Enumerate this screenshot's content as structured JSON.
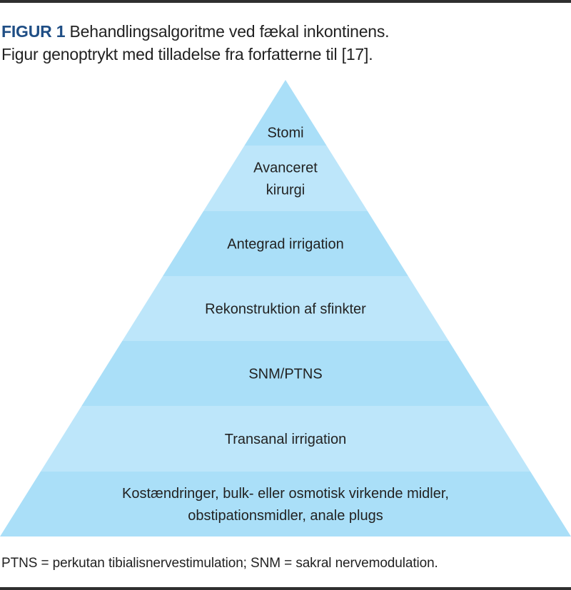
{
  "caption": {
    "label": "FIGUR 1",
    "line1": " Behandlingsalgoritme ved fækal inkontinens.",
    "line2": "Figur genoptrykt med tilladelse fra forfatterne til [17]."
  },
  "pyramid": {
    "colors": {
      "dark": "#aadff8",
      "light": "#bde6fa",
      "text": "#222222"
    },
    "layers": [
      {
        "id": "stomi",
        "lines": [
          "Stomi"
        ],
        "shade": "dark"
      },
      {
        "id": "avanceret-kirurgi",
        "lines": [
          "Avanceret",
          "kirurgi"
        ],
        "shade": "light"
      },
      {
        "id": "antegrad-irrigation",
        "lines": [
          "Antegrad irrigation"
        ],
        "shade": "dark"
      },
      {
        "id": "rekonstruktion-af-sfinkter",
        "lines": [
          "Rekonstruktion af sfinkter"
        ],
        "shade": "light"
      },
      {
        "id": "snm-ptns",
        "lines": [
          "SNM/PTNS"
        ],
        "shade": "dark"
      },
      {
        "id": "transanal-irrigation",
        "lines": [
          "Transanal irrigation"
        ],
        "shade": "light"
      },
      {
        "id": "kostaendringer",
        "lines": [
          "Kostændringer, bulk- eller osmotisk virkende midler,",
          "obstipationsmidler, anale plugs"
        ],
        "shade": "dark"
      }
    ]
  },
  "footnote": "PTNS = perkutan tibialisnervestimulation; SNM = sakral nervemodulation."
}
